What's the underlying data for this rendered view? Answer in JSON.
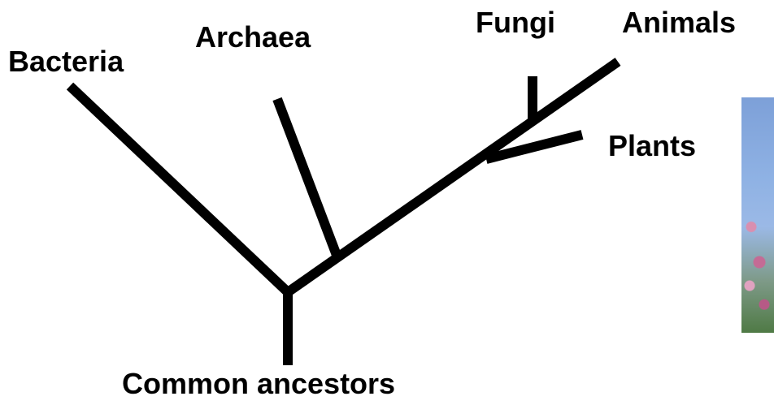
{
  "tree": {
    "root_label": "Common ancestors",
    "leaves": [
      "Bacteria",
      "Archaea",
      "Fungi",
      "Animals",
      "Plants"
    ]
  },
  "photo": {
    "description_icon": "flower-photo"
  }
}
